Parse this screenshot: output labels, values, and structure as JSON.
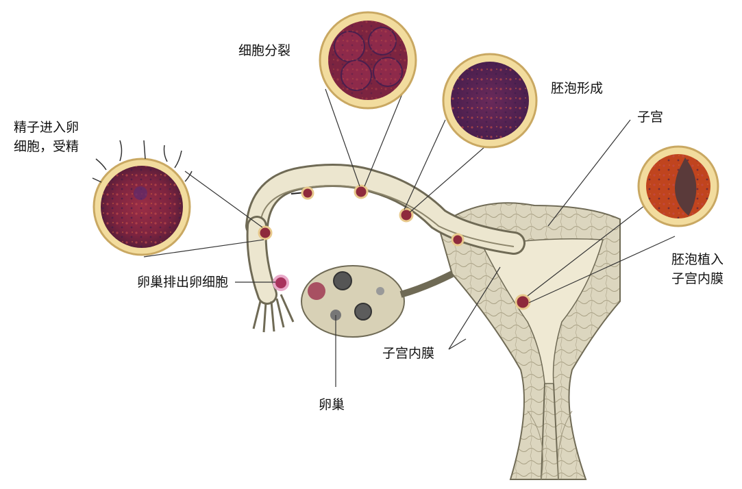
{
  "labels": {
    "sperm_enter_line1": "精子进入卵",
    "sperm_enter_line2": "细胞，受精",
    "cell_division": "细胞分裂",
    "blastocyst_formation": "胚泡形成",
    "uterus": "子宫",
    "implantation_line1": "胚泡植入",
    "implantation_line2": "子宫内膜",
    "ovary_releases_egg": "卵巢排出卵细胞",
    "endometrium": "子宫内膜",
    "ovary": "卵巢"
  },
  "colors": {
    "cell_fill": "#8e2a3c",
    "cell_rim": "#f2dc9e",
    "cell_purple": "#5b2a6e",
    "tissue": "#d9d2b8",
    "tissue_line": "#6f6a55",
    "tube": "#ece6cf"
  }
}
